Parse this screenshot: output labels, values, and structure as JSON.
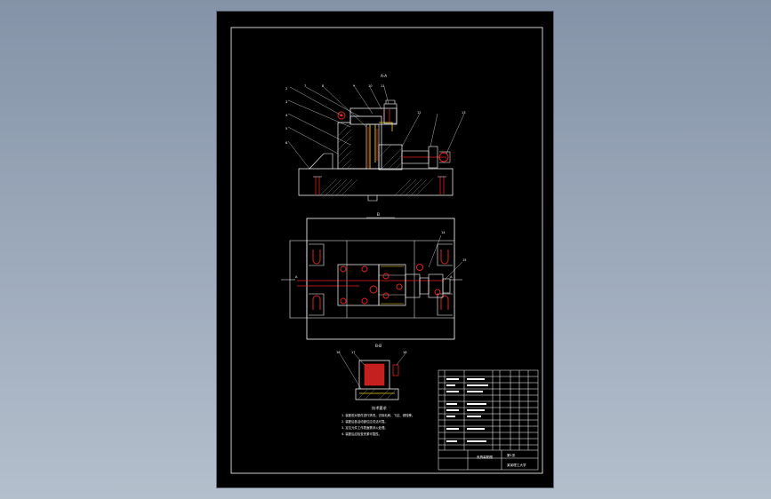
{
  "canvas": {
    "background": "#8f9cb0",
    "sheet_color": "#000000"
  },
  "colors": {
    "line": "#ffffff",
    "hidden": "#e02020",
    "yellow": "#e6d21a",
    "hatch": "#8a8a8a"
  },
  "section_top": {
    "title": "A-A",
    "balloons": [
      "2",
      "3",
      "4",
      "5",
      "6",
      "7",
      "8",
      "9",
      "10",
      "11",
      "12",
      "13"
    ]
  },
  "plan_view": {
    "mark": "B",
    "section_arrows": [
      "A",
      "A"
    ],
    "balloons": [
      "14",
      "15"
    ]
  },
  "section_bottom": {
    "title": "B-B",
    "balloons": [
      "16",
      "17",
      "18"
    ]
  },
  "tech_notes": {
    "title": "技术要求",
    "lines": [
      "1. 装配前对零件进行清洗，去除毛刺、飞边、锈蚀等。",
      "2. 装配后各活动部位应灵活可靠。",
      "3. 定位元件工作表面需淬火处理。",
      "4. 装配后应检查夹紧可靠性。"
    ]
  },
  "title_block": {
    "drawing_name": "夹具装配图",
    "school": "某某理工大学",
    "sheet": "第1张"
  }
}
